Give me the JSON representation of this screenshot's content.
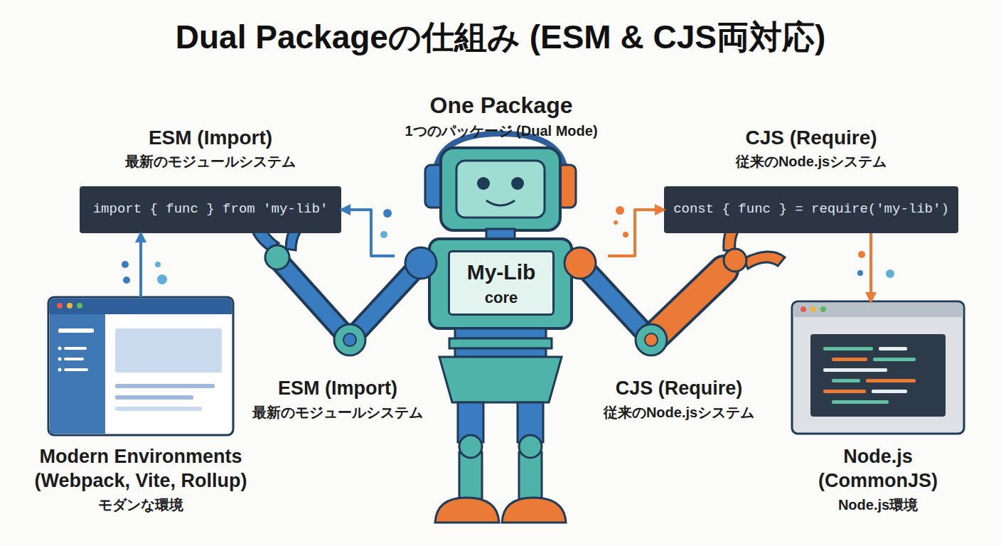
{
  "diagram": {
    "title": "Dual Packageの仕組み (ESM & CJS両対応)",
    "nodes": [
      {
        "text": [
          "One Package",
          "1つのパッケージ (Dual Mode)"
        ]
      },
      {
        "text": [
          "My-Lib",
          "core"
        ],
        "in": 0
      },
      {
        "text": [
          "ESM (Import)",
          "最新のモジュールシステム",
          "import { func } from 'my-lib'"
        ]
      },
      {
        "text": [
          "CJS (Require)",
          "従来のNode.jsシステム",
          "const { func } = require('my-lib')"
        ]
      },
      {
        "text": [
          "Modern Environments (Webpack, Vite, Rollup)",
          "モダンな環境"
        ]
      },
      {
        "text": [
          "Node.js (CommonJS)",
          "Node.js環境"
        ]
      }
    ],
    "edges": [
      {
        "from": 0,
        "to": 2,
        "arrow": "to"
      },
      {
        "from": 4,
        "to": 2,
        "arrow": "to"
      },
      {
        "from": 0,
        "to": 3,
        "arrow": "to"
      },
      {
        "from": 3,
        "to": 5,
        "arrow": "to"
      }
    ],
    "labels": [
      "ESM (Import)",
      "最新のモジュールシステム",
      "CJS (Require)",
      "従来のNode.jsシステム"
    ]
  }
}
